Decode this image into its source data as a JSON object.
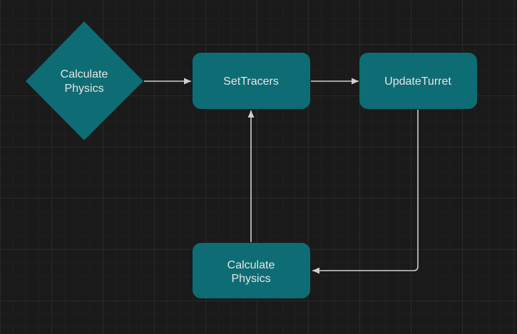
{
  "diagram": {
    "nodes": [
      {
        "id": "decision",
        "shape": "diamond",
        "lines": [
          "Calculate",
          "Physics"
        ]
      },
      {
        "id": "set-tracers",
        "shape": "rounded-rect",
        "lines": [
          "SetTracers"
        ]
      },
      {
        "id": "update-turret",
        "shape": "rounded-rect",
        "lines": [
          "UpdateTurret"
        ]
      },
      {
        "id": "calc-physics",
        "shape": "rounded-rect",
        "lines": [
          "Calculate",
          "Physics"
        ]
      }
    ],
    "edges": [
      {
        "from": "decision",
        "to": "set-tracers"
      },
      {
        "from": "set-tracers",
        "to": "update-turret"
      },
      {
        "from": "update-turret",
        "to": "calc-physics"
      },
      {
        "from": "calc-physics",
        "to": "set-tracers"
      }
    ]
  },
  "colors": {
    "node_fill": "#0e6c74",
    "edge": "#cfcfcf",
    "text": "#e6e6e6",
    "background": "#1a1a1a"
  }
}
